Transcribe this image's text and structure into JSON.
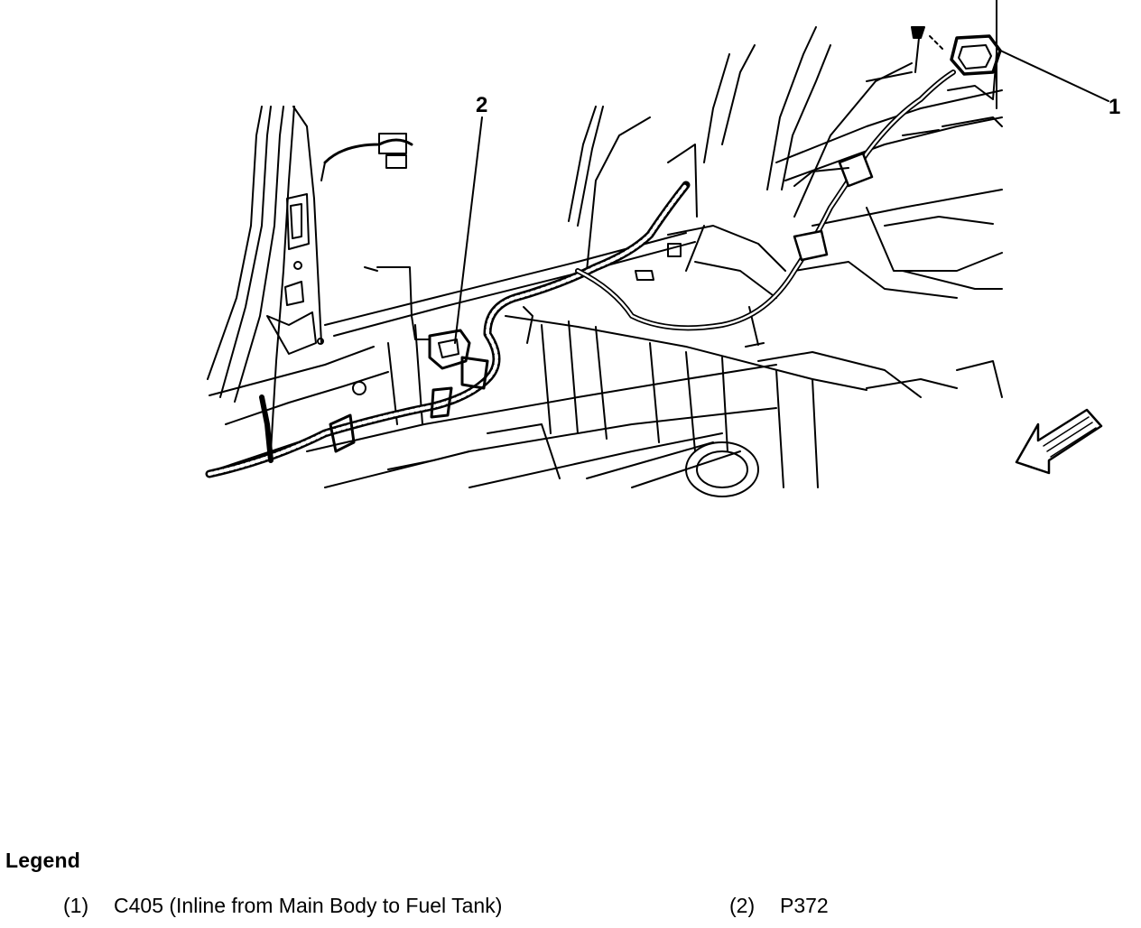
{
  "diagram": {
    "callouts": [
      {
        "number": "1"
      },
      {
        "number": "2"
      }
    ]
  },
  "legend": {
    "title": "Legend",
    "items": [
      {
        "id": "(1)",
        "text": "C405 (Inline from Main Body to Fuel Tank)"
      },
      {
        "id": "(2)",
        "text": "P372"
      }
    ]
  }
}
